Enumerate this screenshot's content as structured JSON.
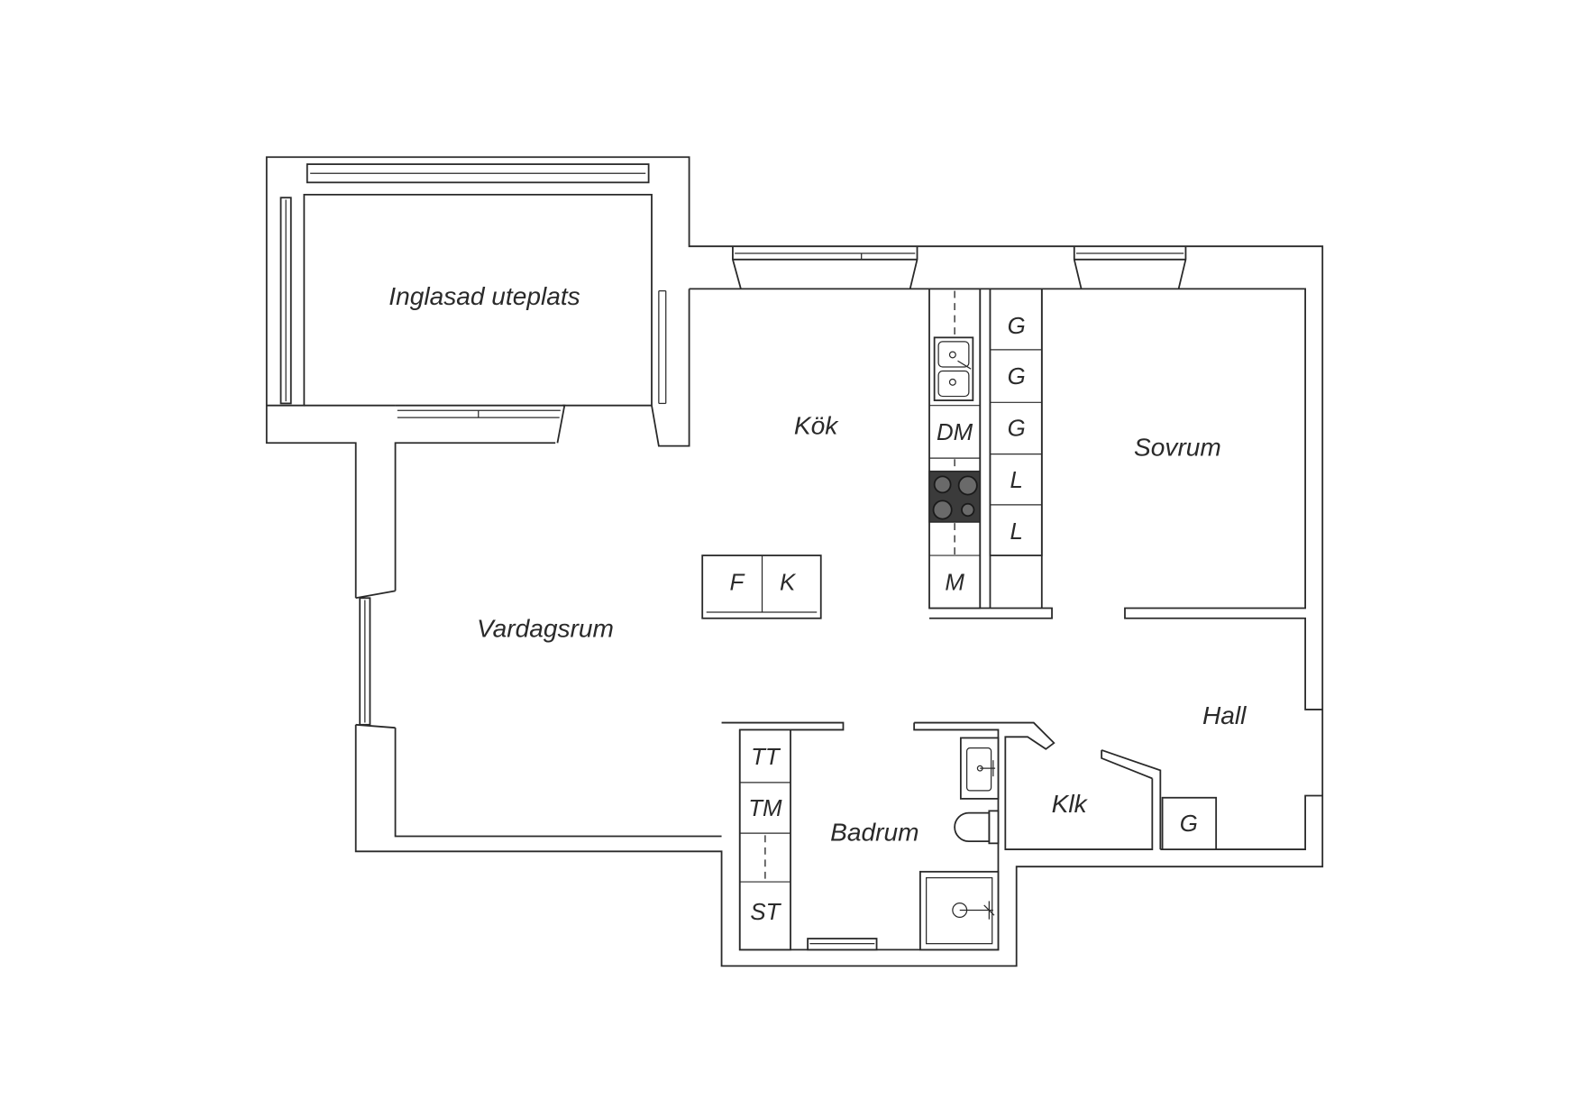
{
  "colors": {
    "line": "#2a2a2a",
    "background": "#ffffff",
    "stove": "#3b3b3b",
    "burner": "#6a6a6a"
  },
  "rooms": {
    "patio": "Inglasad uteplats",
    "kitchen": "Kök",
    "bedroom": "Sovrum",
    "living_room": "Vardagsrum",
    "hall": "Hall",
    "closet": "Klk",
    "bathroom": "Badrum"
  },
  "kitchen_counter": {
    "dishwasher": "DM",
    "microwave": "M"
  },
  "kitchen_wardrobes": [
    "G",
    "G",
    "G",
    "L",
    "L"
  ],
  "sofa": [
    "F",
    "K"
  ],
  "bathroom_cabinets": [
    "TT",
    "TM",
    "ST"
  ],
  "hall_wardrobe": "G"
}
